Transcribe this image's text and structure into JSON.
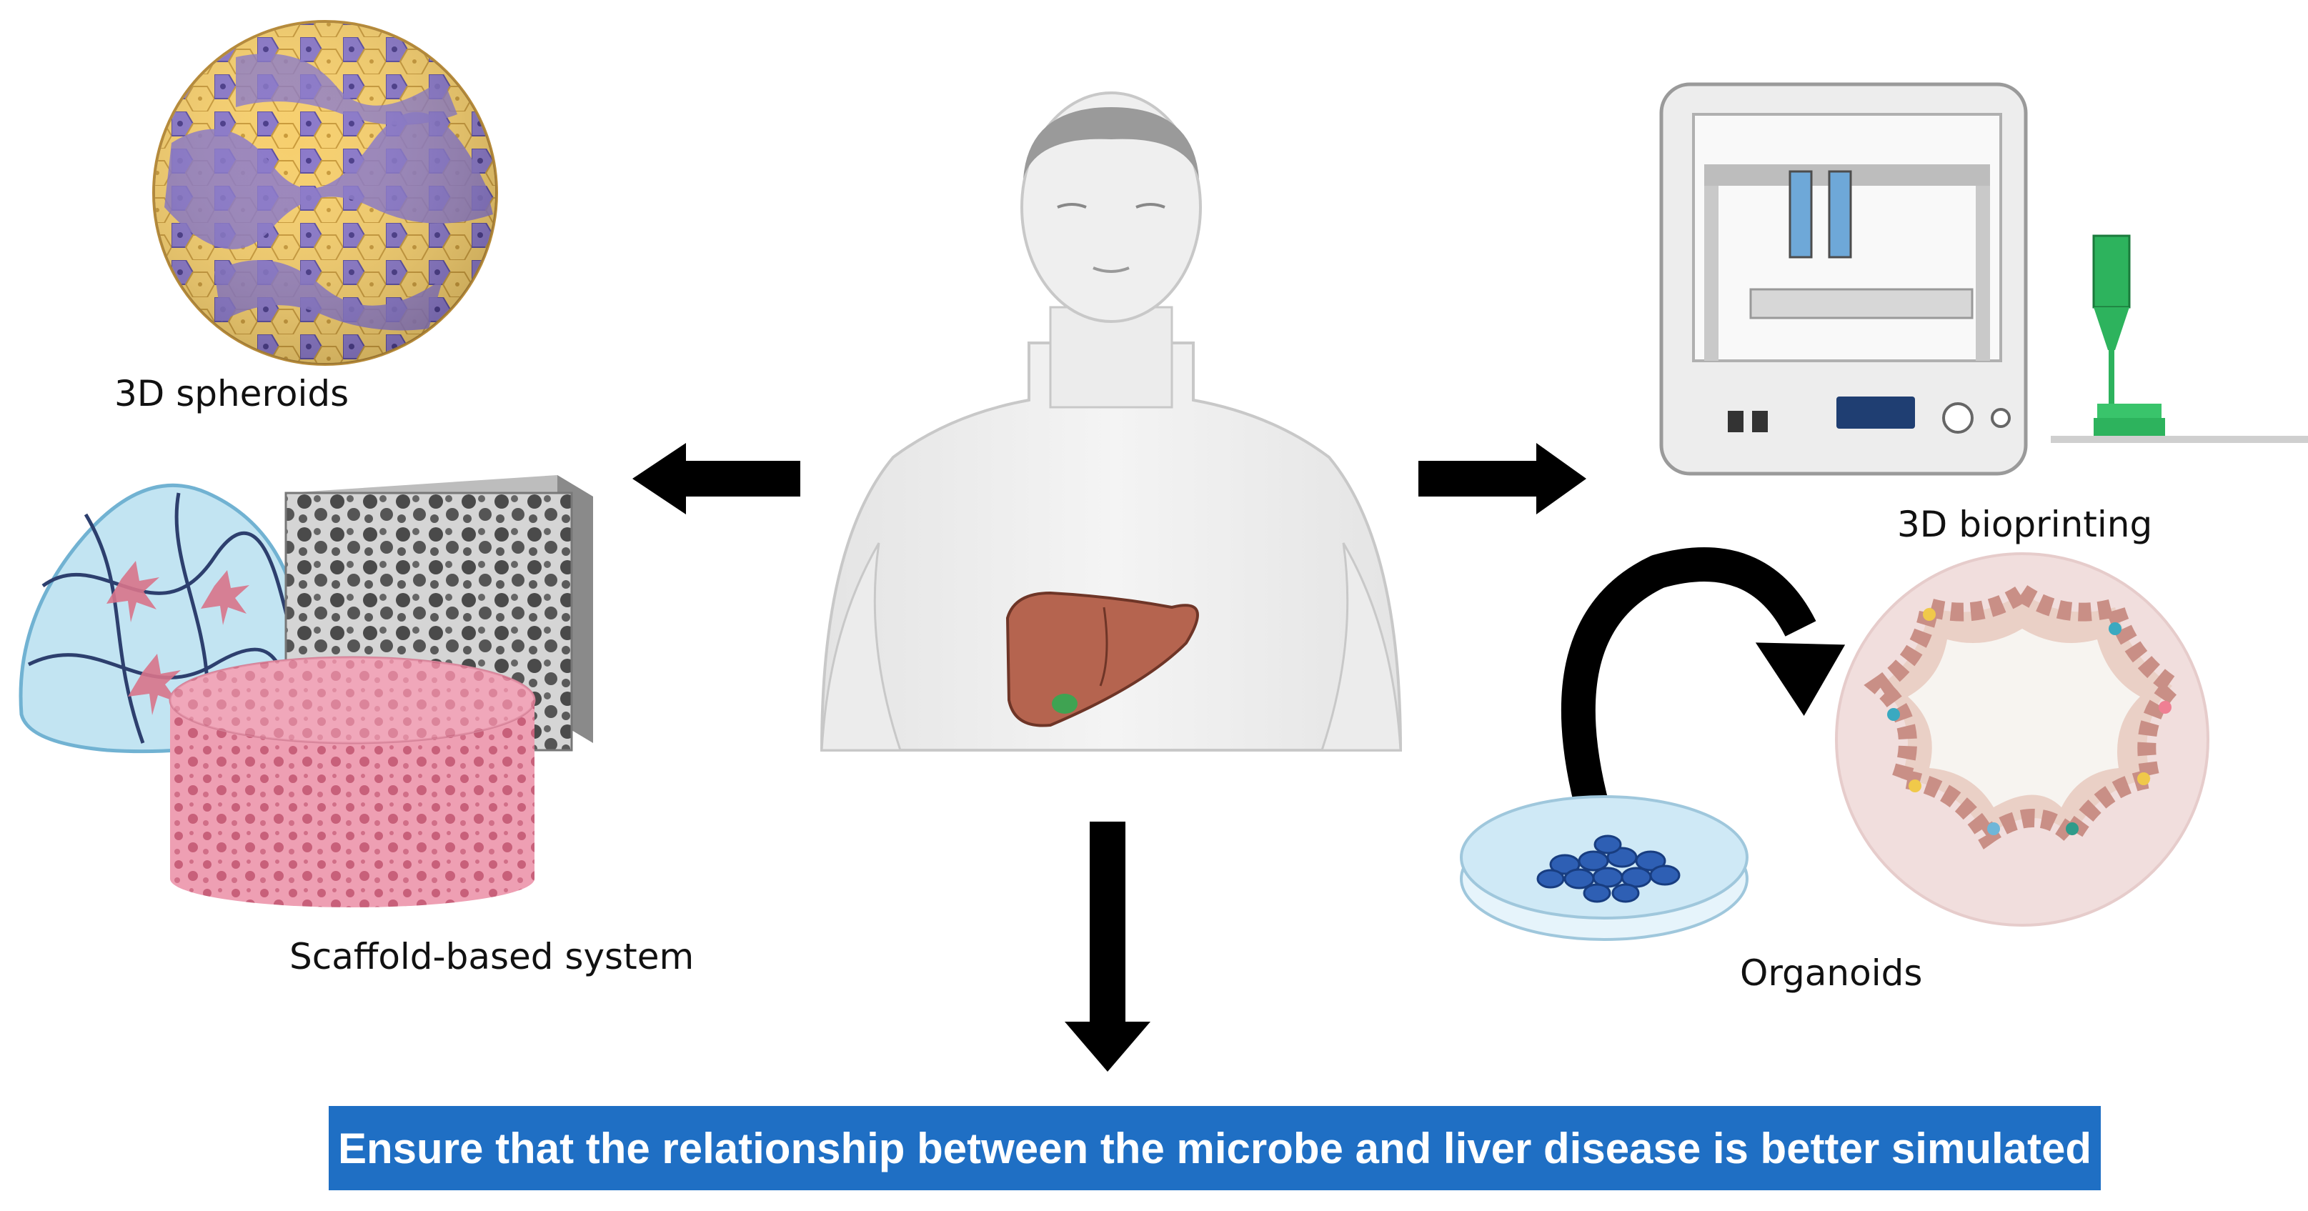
{
  "labels": {
    "spheroids": "3D spheroids",
    "scaffold": "Scaffold-based system",
    "bioprinting": "3D bioprinting",
    "organoids": "Organoids"
  },
  "banner": {
    "text": "Ensure that the relationship between the microbe and liver disease is better simulated"
  },
  "colors": {
    "banner": "#1f6fc4",
    "arrow": "#000000",
    "liver": "#b5644f",
    "spheroid_purple": "#8b79c9",
    "spheroid_yellow": "#f6cf6e",
    "scaffold_pink": "#e98fa6",
    "bioink_green": "#2db35d"
  }
}
